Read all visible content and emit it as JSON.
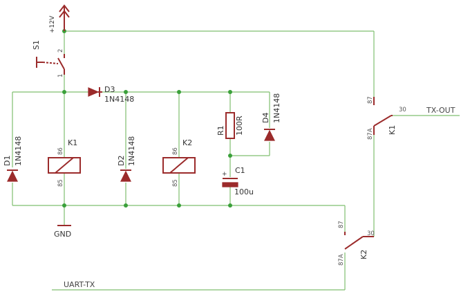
{
  "power": {
    "label": "+12V"
  },
  "ground": {
    "label": "GND"
  },
  "switch": {
    "ref": "S1",
    "pins": [
      "2",
      "1"
    ]
  },
  "diodes": [
    {
      "ref": "D1",
      "value": "1N4148"
    },
    {
      "ref": "D2",
      "value": "1N4148"
    },
    {
      "ref": "D3",
      "value": "1N4148"
    },
    {
      "ref": "D4",
      "value": "1N4148"
    }
  ],
  "relays": [
    {
      "ref": "K1",
      "coil_pins": [
        "86",
        "85"
      ],
      "contact_pins": [
        "87",
        "87A",
        "30"
      ]
    },
    {
      "ref": "K2",
      "coil_pins": [
        "86",
        "85"
      ],
      "contact_pins": [
        "87",
        "87A",
        "30"
      ]
    }
  ],
  "resistor": {
    "ref": "R1",
    "value": "100R"
  },
  "capacitor": {
    "ref": "C1",
    "value": "100u",
    "polarity": "+"
  },
  "nets": {
    "output": "TX-OUT",
    "input": "UART-TX"
  },
  "colors": {
    "wire": "#7fbf6f",
    "part": "#9b2b2b",
    "junction": "#3aa03a"
  }
}
